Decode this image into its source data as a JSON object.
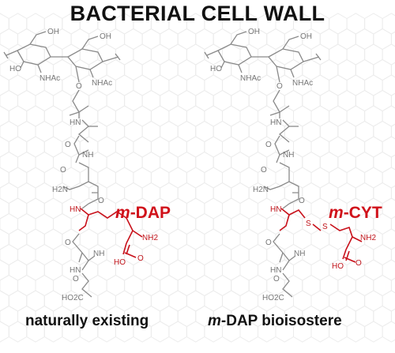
{
  "title": "BACTERIAL CELL WALL",
  "left": {
    "highlight_label_prefix": "m",
    "highlight_label_suffix": "-DAP",
    "caption": "naturally existing"
  },
  "right": {
    "highlight_label_prefix": "m",
    "highlight_label_suffix": "-CYT",
    "caption_prefix": "m",
    "caption_suffix": "-DAP bioisostere"
  },
  "atom_labels": {
    "oh": "OH",
    "ho": "HO",
    "o": "O",
    "nhac": "NHAc",
    "nh": "NH",
    "hn": "HN",
    "h2n": "H2N",
    "nh2": "NH2",
    "ho2c": "HO2C",
    "s": "S"
  },
  "colors": {
    "skeleton": "#888888",
    "highlight": "#c8101a",
    "text": "#111111"
  }
}
